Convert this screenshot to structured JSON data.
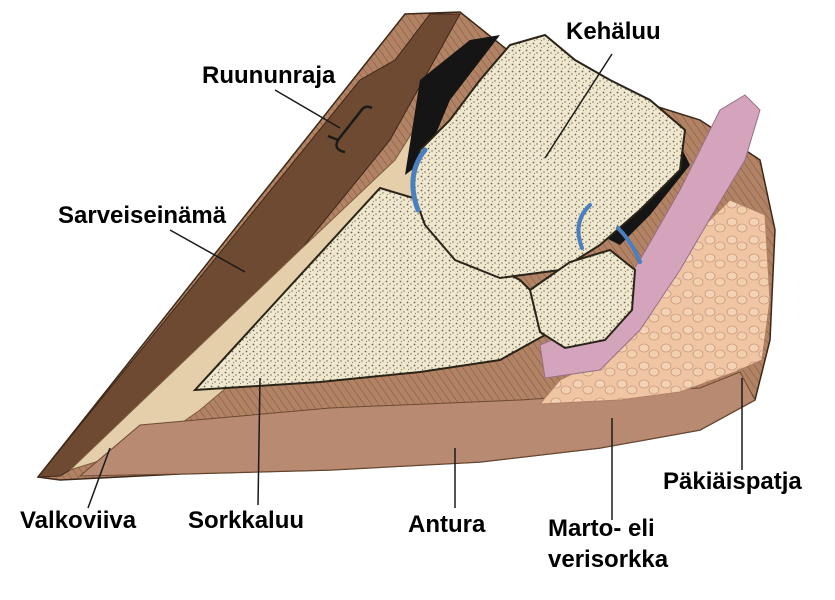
{
  "labels": {
    "kehaluu": "Kehäluu",
    "ruununraja": "Ruununraja",
    "sarveiseinama": "Sarveiseinämä",
    "pakiaispatja": "Päkiäispatja",
    "valkoviiva": "Valkoviiva",
    "sorkkaluu": "Sorkkaluu",
    "antura": "Antura",
    "marto_line1": "Marto- eli",
    "marto_line2": "verisorkka"
  },
  "colors": {
    "background": "#ffffff",
    "label_text": "#000000",
    "leader_line": "#1a1a1a",
    "outer_wall": "#9a7256",
    "wall_dark": "#5b3a24",
    "horn_light": "#efe1c8",
    "bone_fill": "#efe8cf",
    "bone_stipple": "#6e6450",
    "sole": "#b98a72",
    "frog_cushion": "#efc5a4",
    "tendon_pink": "#d4a4bd",
    "cartilage_blue": "#4a7fc0",
    "cavity_dark": "#151515"
  }
}
